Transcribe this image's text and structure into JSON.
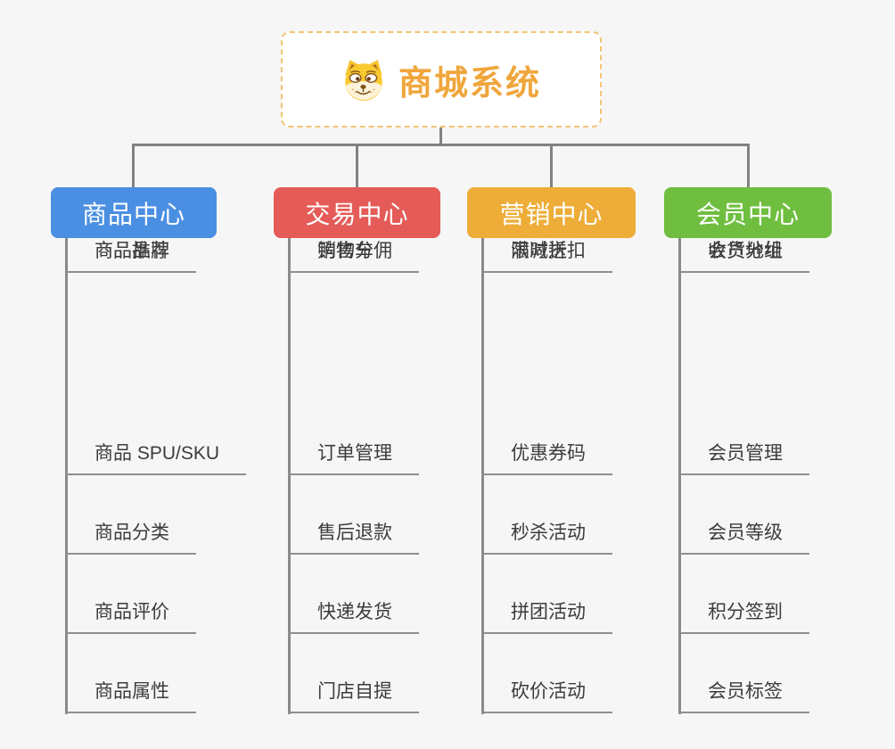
{
  "root": {
    "title": "商城系统",
    "icon": "doge-dog-icon",
    "title_color": "#F0A63C",
    "border_color": "#F3C475"
  },
  "connector_color": "#828282",
  "branches": [
    {
      "label": "商品中心",
      "color": "#4B8FE2",
      "children": [
        "商品 SPU/SKU",
        "商品分类",
        "商品评价",
        "商品属性",
        "商品推荐",
        "商品品牌"
      ]
    },
    {
      "label": "交易中心",
      "color": "#E45B58",
      "children": [
        "订单管理",
        "售后退款",
        "快递发货",
        "门店自提",
        "购物车",
        "销售分佣"
      ]
    },
    {
      "label": "营销中心",
      "color": "#EDAD38",
      "children": [
        "优惠券码",
        "秒杀活动",
        "拼团活动",
        "砍价活动",
        "限时折扣",
        "满减送"
      ]
    },
    {
      "label": "会员中心",
      "color": "#6FBE3F",
      "children": [
        "会员管理",
        "会员等级",
        "积分签到",
        "会员标签",
        "会员分组",
        "收货地址"
      ]
    }
  ]
}
